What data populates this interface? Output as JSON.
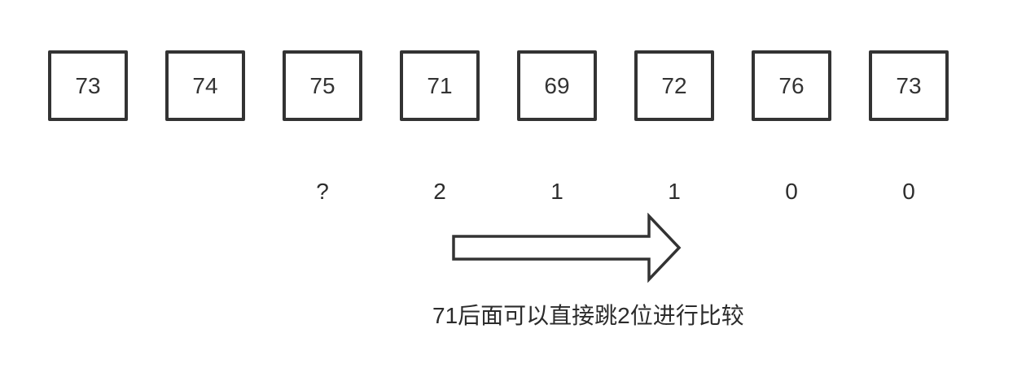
{
  "diagram": {
    "boxes": [
      "73",
      "74",
      "75",
      "71",
      "69",
      "72",
      "76",
      "73"
    ],
    "labels": [
      "",
      "",
      "?",
      "2",
      "1",
      "1",
      "0",
      "0"
    ],
    "caption": "71后面可以直接跳2位进行比较",
    "icons": {
      "arrow": "right-arrow"
    },
    "colors": {
      "stroke": "#333333",
      "text": "#2b2b2b",
      "background": "#ffffff"
    }
  }
}
